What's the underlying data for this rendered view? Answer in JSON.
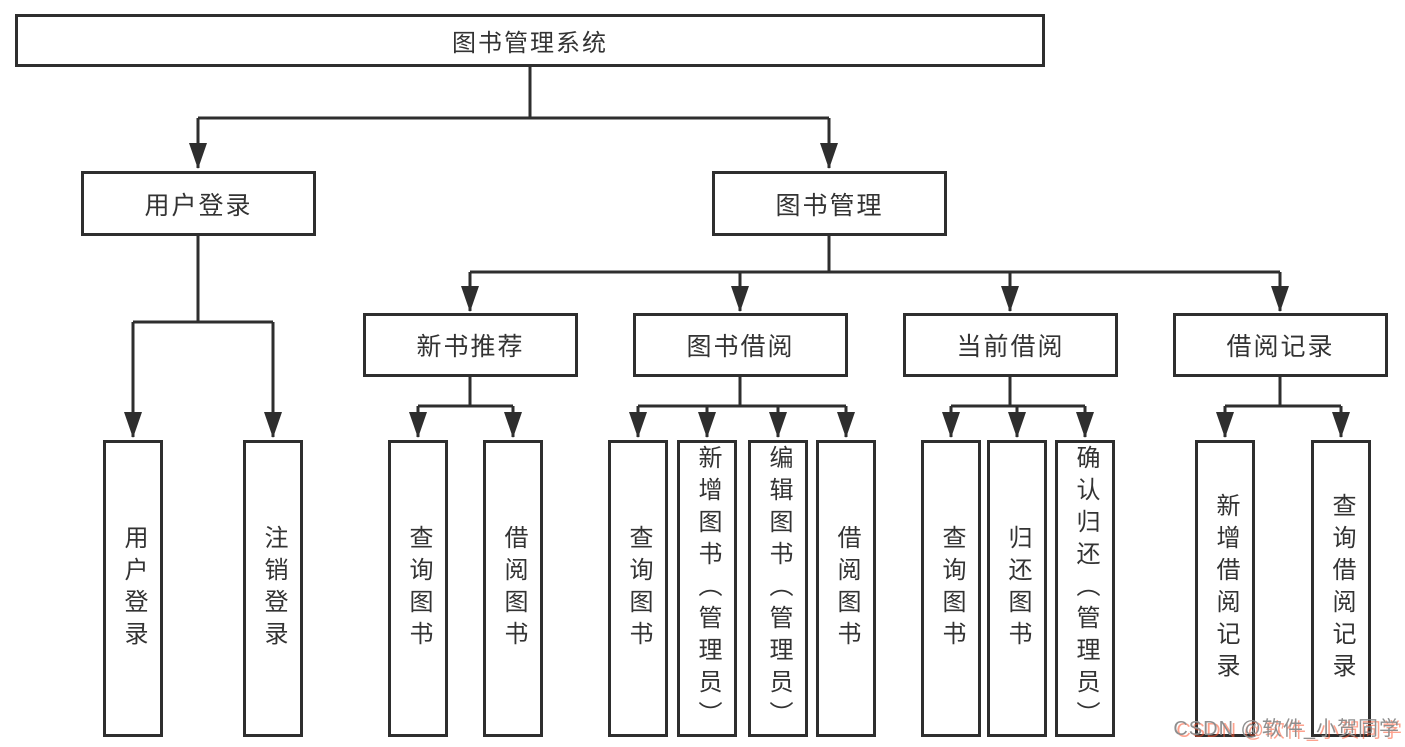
{
  "diagram": {
    "type": "org-chart",
    "tree": {
      "root": {
        "label": "图书管理系统"
      },
      "branches": [
        {
          "label": "用户登录",
          "children": [
            {
              "label": "用户登录"
            },
            {
              "label": "注销登录"
            }
          ]
        },
        {
          "label": "图书管理",
          "children": [
            {
              "label": "新书推荐",
              "children": [
                {
                  "label": "查询图书"
                },
                {
                  "label": "借阅图书"
                }
              ]
            },
            {
              "label": "图书借阅",
              "children": [
                {
                  "label": "查询图书"
                },
                {
                  "label": "新增图书（管理员）"
                },
                {
                  "label": "编辑图书（管理员）"
                },
                {
                  "label": "借阅图书"
                }
              ]
            },
            {
              "label": "当前借阅",
              "children": [
                {
                  "label": "查询图书"
                },
                {
                  "label": "归还图书"
                },
                {
                  "label": "确认归还（管理员）"
                }
              ]
            },
            {
              "label": "借阅记录",
              "children": [
                {
                  "label": "新增借阅记录"
                },
                {
                  "label": "查询借阅记录"
                }
              ]
            }
          ]
        }
      ]
    },
    "watermark": {
      "text": "CSDN @软件_小贺同学"
    },
    "colors": {
      "line": "#2e2e2e",
      "box_border": "#2e2e2e",
      "text": "#333333",
      "background": "#ffffff",
      "watermark_text": "#8f8f8f",
      "watermark_shadow": "#fc5531"
    }
  }
}
